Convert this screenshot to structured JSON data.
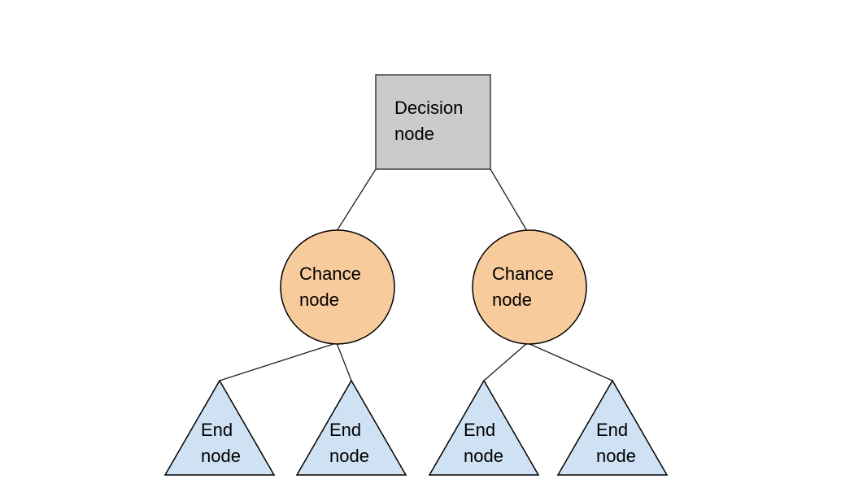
{
  "diagram": {
    "background": "#ffffff",
    "edge_color": "#1f1f1f",
    "nodes": {
      "decision": {
        "line1": "Decision",
        "line2": "node",
        "fill": "#cbcbcb",
        "stroke": "#3d3d3d"
      },
      "chance_left": {
        "line1": "Chance",
        "line2": "node",
        "fill": "#f8cb9c",
        "stroke": "#000000"
      },
      "chance_right": {
        "line1": "Chance",
        "line2": "node",
        "fill": "#f8cb9c",
        "stroke": "#000000"
      },
      "end_1": {
        "line1": "End",
        "line2": "node",
        "fill": "#cfe2f3",
        "stroke": "#000000"
      },
      "end_2": {
        "line1": "End",
        "line2": "node",
        "fill": "#cfe2f3",
        "stroke": "#000000"
      },
      "end_3": {
        "line1": "End",
        "line2": "node",
        "fill": "#cfe2f3",
        "stroke": "#000000"
      },
      "end_4": {
        "line1": "End",
        "line2": "node",
        "fill": "#cfe2f3",
        "stroke": "#000000"
      }
    }
  }
}
